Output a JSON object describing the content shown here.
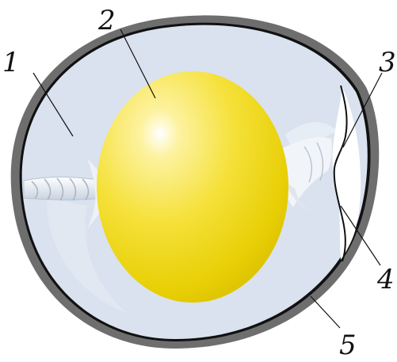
{
  "diagram": {
    "labels": [
      {
        "id": "albumen",
        "text": "1"
      },
      {
        "id": "yolk",
        "text": "2"
      },
      {
        "id": "air-cell",
        "text": "3"
      },
      {
        "id": "shell-membrane",
        "text": "4"
      },
      {
        "id": "shell",
        "text": "5"
      }
    ],
    "colors": {
      "shell": "#6e6e6e",
      "albumen": "#d9e2ee",
      "yolk": "#f2dc10",
      "yolk_highlight": "#ffffff",
      "chalaza": "#f4f6f9",
      "air_cell": "#ffffff",
      "membrane": "#111111"
    }
  }
}
